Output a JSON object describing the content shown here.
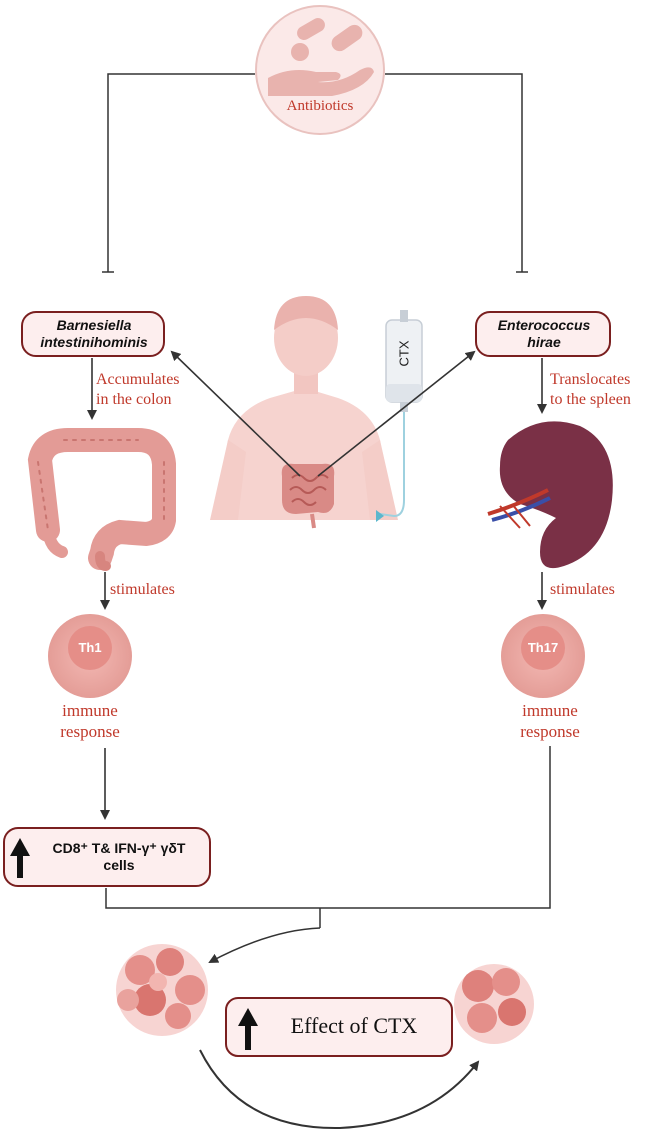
{
  "antibiotics_label": "Antibiotics",
  "drug_label": "CTX",
  "left": {
    "bacterium": [
      "Barnesiella",
      "intestinihominis"
    ],
    "action": [
      "Accumulates",
      "in the colon"
    ],
    "stimulates": "stimulates",
    "cell_label": "Th1",
    "response": [
      "immune",
      "response"
    ],
    "result": [
      "CD8⁺ T& IFN-γ⁺ γδT",
      "cells"
    ]
  },
  "right": {
    "bacterium": [
      "Enterococcus",
      "hirae"
    ],
    "action": [
      "Translocates",
      "to the spleen"
    ],
    "stimulates": "stimulates",
    "cell_label": "Th17",
    "response": [
      "immune",
      "response"
    ]
  },
  "outcome_label": "Effect of CTX",
  "colors": {
    "accent_text": "#c0392b",
    "box_border": "#7a1f1f",
    "box_fill": "#fdeeee",
    "tissue_pink": "#e8a3a0",
    "spleen": "#7a3046"
  }
}
